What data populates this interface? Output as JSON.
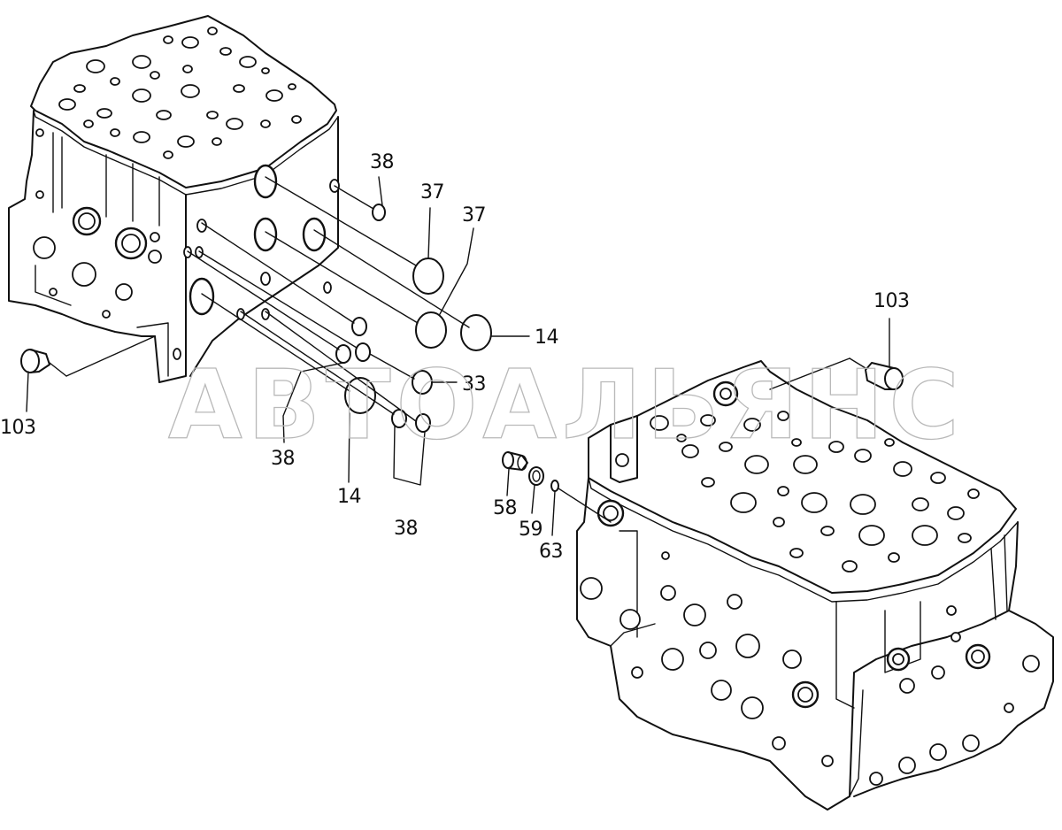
{
  "watermark": "АВТОАЛЬЯНС",
  "callouts": {
    "left_103": "103",
    "top_38": "38",
    "top_37_a": "37",
    "top_37_b": "37",
    "right_14": "14",
    "right_33": "33",
    "lower_38_a": "38",
    "lower_14": "14",
    "lower_38_b": "38",
    "right_103": "103",
    "part_58": "58",
    "part_59": "59",
    "part_63": "63"
  },
  "colors": {
    "ink": "#111111",
    "watermark": "#b9b9b9",
    "background": "#ffffff"
  }
}
